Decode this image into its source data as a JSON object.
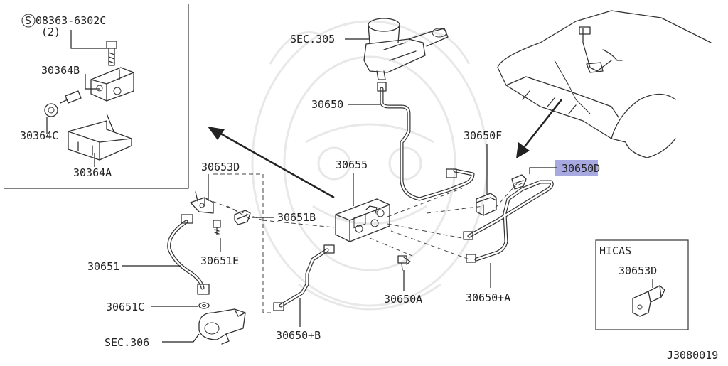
{
  "diagram": {
    "highlight_color": "#8c8cd8",
    "labels": {
      "bolt_spec": "08363-6302C",
      "bolt_qty": "(2)",
      "bolt_prefix": "S",
      "p30364b": "30364B",
      "p30364c": "30364C",
      "p30364a": "30364A",
      "sec305": "SEC.305",
      "p30650_top": "30650",
      "p30650f": "30650F",
      "p30650d": "30650D",
      "p30655": "30655",
      "p30653d": "30653D",
      "p30651b": "30651B",
      "p30651": "30651",
      "p30651e": "30651E",
      "p30651c": "30651C",
      "sec306": "SEC.306",
      "p30650b": "30650+B",
      "p30650a_bolt": "30650A",
      "p30650_a": "30650+A",
      "hicas_title": "HICAS",
      "hicas_part": "30653D",
      "diagram_code": "J3080019"
    }
  }
}
